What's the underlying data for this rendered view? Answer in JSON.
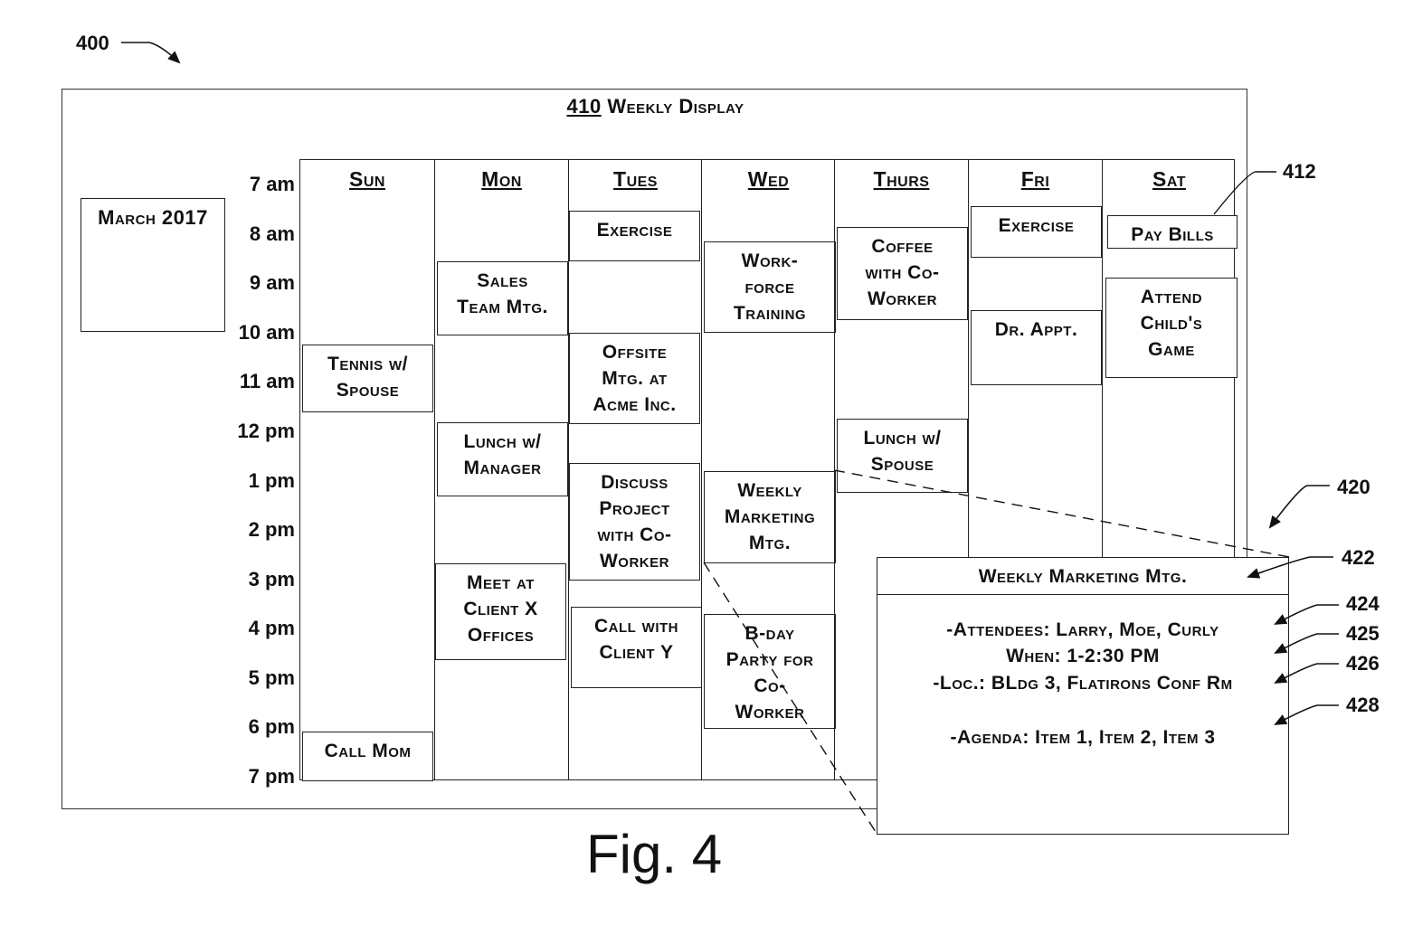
{
  "figure": {
    "ref_main": "400",
    "caption": "Fig. 4"
  },
  "weekly_display": {
    "ref": "410",
    "title": "Weekly Display",
    "month": "March 2017",
    "hours": [
      "7 am",
      "8 am",
      "9 am",
      "10 am",
      "11 am",
      "12 pm",
      "1 pm",
      "2 pm",
      "3 pm",
      "4 pm",
      "5 pm",
      "6 pm",
      "7 pm"
    ],
    "days": [
      {
        "name": "Sun",
        "events": [
          {
            "label": "Tennis w/\nSpouse"
          },
          {
            "label": "Call Mom"
          }
        ]
      },
      {
        "name": "Mon",
        "events": [
          {
            "label": "Sales\nTeam Mtg."
          },
          {
            "label": "Lunch w/\nManager"
          },
          {
            "label": "Meet at\nClient X\nOffices"
          }
        ]
      },
      {
        "name": "Tues",
        "events": [
          {
            "label": "Exercise"
          },
          {
            "label": "Offsite\nMtg. at\nAcme Inc."
          },
          {
            "label": "Discuss\nProject\nwith Co-\nWorker"
          },
          {
            "label": "Call with\nClient Y"
          }
        ]
      },
      {
        "name": "Wed",
        "events": [
          {
            "label": "Work-\nforce\nTraining"
          },
          {
            "label": "Weekly\nMarketing\nMtg."
          },
          {
            "label": "B-day\nParty for\nCo-\nWorker"
          }
        ]
      },
      {
        "name": "Thurs",
        "events": [
          {
            "label": "Coffee\nwith Co-\nWorker"
          },
          {
            "label": "Lunch w/\nSpouse"
          }
        ]
      },
      {
        "name": "Fri",
        "events": [
          {
            "label": "Exercise"
          },
          {
            "label": "Dr. Appt."
          }
        ]
      },
      {
        "name": "Sat",
        "events": [
          {
            "label": "Pay Bills"
          },
          {
            "label": "Attend\nChild's\nGame"
          }
        ]
      }
    ],
    "event_ref": "412"
  },
  "detail_popup": {
    "ref": "420",
    "title": "Weekly Marketing Mtg.",
    "title_ref": "422",
    "attendees": "-Attendees:  Larry, Moe, Curly",
    "attendees_ref": "424",
    "when": "When:  1-2:30 PM",
    "when_ref": "425",
    "location": "-Loc.: BLdg 3, Flatirons Conf Rm",
    "location_ref": "426",
    "agenda": "-Agenda:  Item 1, Item 2, Item 3",
    "agenda_ref": "428"
  }
}
